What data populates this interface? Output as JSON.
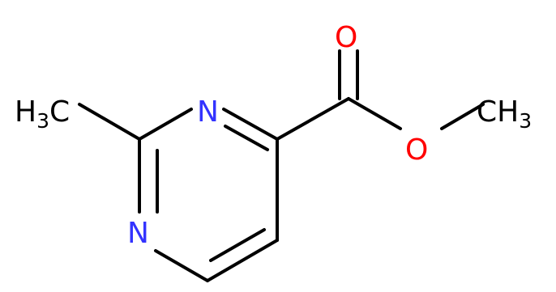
{
  "molecule": {
    "atoms": {
      "methyl_left": {
        "text": "H",
        "subscript": "3",
        "suffix": "C",
        "color": "#000000"
      },
      "n_top": {
        "text": "N",
        "color": "#3333ff"
      },
      "n_bottom": {
        "text": "N",
        "color": "#3333ff"
      },
      "o_carbonyl": {
        "text": "O",
        "color": "#ff0000"
      },
      "o_ester": {
        "text": "O",
        "color": "#ff0000"
      },
      "methyl_right": {
        "text": "CH",
        "subscript": "3",
        "color": "#000000"
      }
    },
    "bond_color": "#000000"
  }
}
